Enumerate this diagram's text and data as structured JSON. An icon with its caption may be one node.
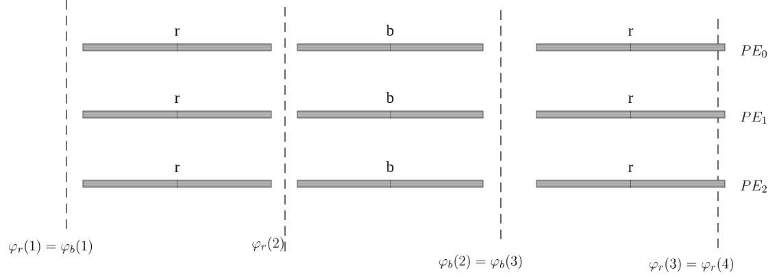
{
  "diagram": {
    "nodes": [
      {
        "text": [
          "r"
        ]
      },
      {
        "text": [
          "b"
        ]
      },
      {
        "text": [
          "r"
        ]
      },
      {
        "text": [
          "r"
        ]
      },
      {
        "text": [
          "b"
        ]
      },
      {
        "text": [
          "r"
        ]
      },
      {
        "text": [
          "r"
        ]
      },
      {
        "text": [
          "b"
        ]
      },
      {
        "text": [
          "r"
        ]
      }
    ],
    "labels": [
      "PE_0",
      "PE_1",
      "PE_2",
      "\\varphi_r(1) = \\varphi_b(1)",
      "\\varphi_r(2)",
      "\\varphi_b(2) = \\varphi_b(3)",
      "\\varphi_r(3) = \\varphi_r(4)"
    ]
  }
}
